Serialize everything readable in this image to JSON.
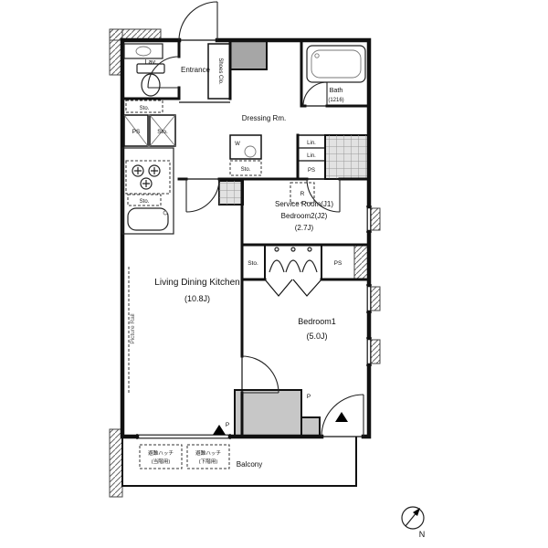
{
  "plan": {
    "rooms": {
      "lav": "Lav.",
      "entrance": "Entrance",
      "shoes_closet": "Shoes Clo.",
      "bath": "Bath",
      "bath_size": "(1216)",
      "dressing_room": "Dressing Rm.",
      "service_room_line1": "Service Room(J1)",
      "service_room_line2": "Bedroom2(J2)",
      "service_room_size": "(2.7J)",
      "ldk": "Living Dining Kitchen",
      "ldk_size": "(10.8J)",
      "bedroom1": "Bedroom1",
      "bedroom1_size": "(5.0J)",
      "balcony": "Balcony"
    },
    "labels": {
      "ps": "PS",
      "sto": "Sto.",
      "washer": "W",
      "refrigerator": "R",
      "linen": "Lin.",
      "pillar": "P",
      "picture_rail": "Picture Rail",
      "north": "N",
      "hatch1_line1": "避難ハッチ",
      "hatch1_line2": "(当階用)",
      "hatch2_line1": "避難ハッチ",
      "hatch2_line2": "(下階用)"
    }
  }
}
